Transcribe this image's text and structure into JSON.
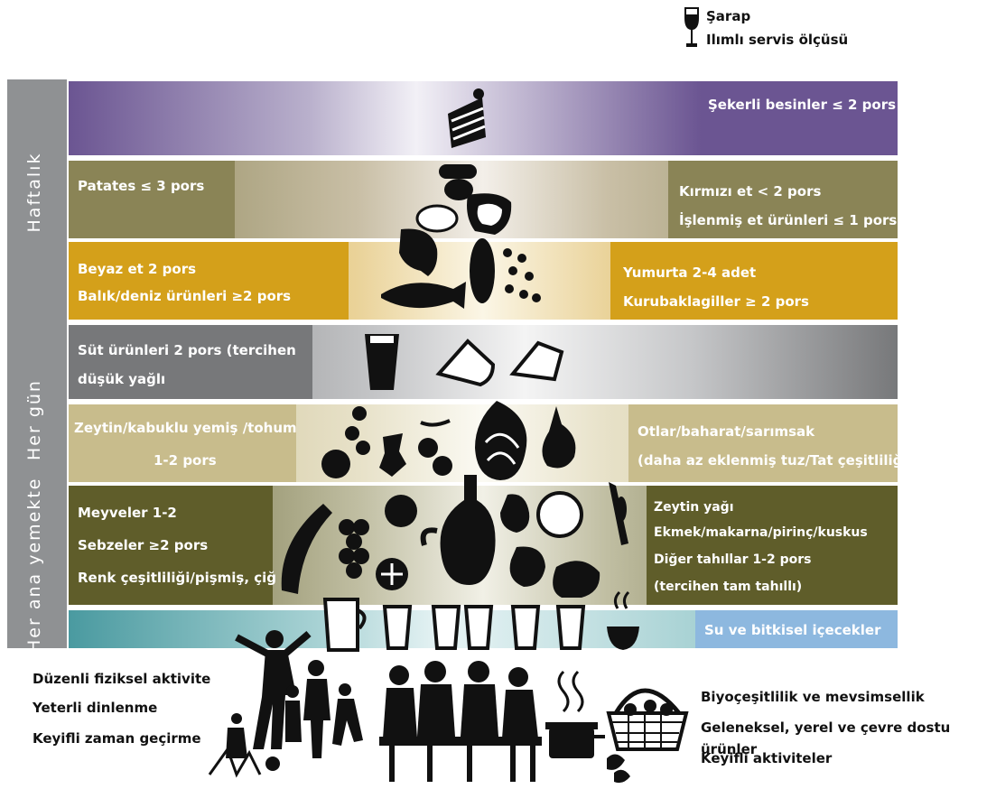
{
  "wine": {
    "line1": "Şarap",
    "line2": "Ilımlı servis ölçüsü"
  },
  "side": {
    "weekly": "Haftalık",
    "daily": "Her gün",
    "meal": "Her ana yemekte"
  },
  "tiers": {
    "sweets": "Şekerli besinler ≤ 2 pors",
    "potato": "Patates ≤ 3 pors",
    "meat_1": "Kırmızı et < 2 pors",
    "meat_2": "İşlenmiş et ürünleri  ≤ 1 pors",
    "white_1": "Beyaz et 2 pors",
    "white_2": "Balık/deniz ürünleri ≥2 pors",
    "egg_1": "Yumurta 2-4 adet",
    "egg_2": "Kurubaklagiller ≥ 2 pors",
    "dairy_1": "Süt ürünleri 2 pors (tercihen",
    "dairy_2": "düşük yağlı",
    "olive_1": "Zeytin/kabuklu yemiş /tohum",
    "olive_2": "1-2 pors",
    "herb_1": "Otlar/baharat/sarımsak",
    "herb_2": "(daha az eklenmiş tuz/Tat çeşitliliği",
    "fruit_1": "Meyveler 1-2",
    "fruit_2": "Sebzeler ≥2 pors",
    "fruit_3": "Renk çeşitliliği/pişmiş, çiğ",
    "grain_1": "Zeytin yağı",
    "grain_2": "Ekmek/makarna/pirinç/kuskus",
    "grain_3": "Diğer tahıllar 1-2 pors",
    "grain_4": "(tercihen tam tahıllı)",
    "water": "Su ve bitkisel içecekler"
  },
  "bottom_left": [
    "Düzenli fiziksel aktivite",
    "Yeterli dinlenme",
    "Keyifli zaman geçirme"
  ],
  "bottom_right": [
    "Biyoçeşitlilik ve mevsimsellik",
    "Geleneksel, yerel ve çevre dostu ürünler",
    "Keyifli aktiviteler"
  ],
  "colors": {
    "purple": "#6b5592",
    "olive": "#8a8456",
    "gold": "#d4a01a",
    "gray": "#77787a",
    "khaki": "#c8bc8c",
    "green": "#5f5d2a",
    "teal": "#4a9aa0",
    "lightblue": "#8db8df",
    "side": "#8f9193"
  }
}
